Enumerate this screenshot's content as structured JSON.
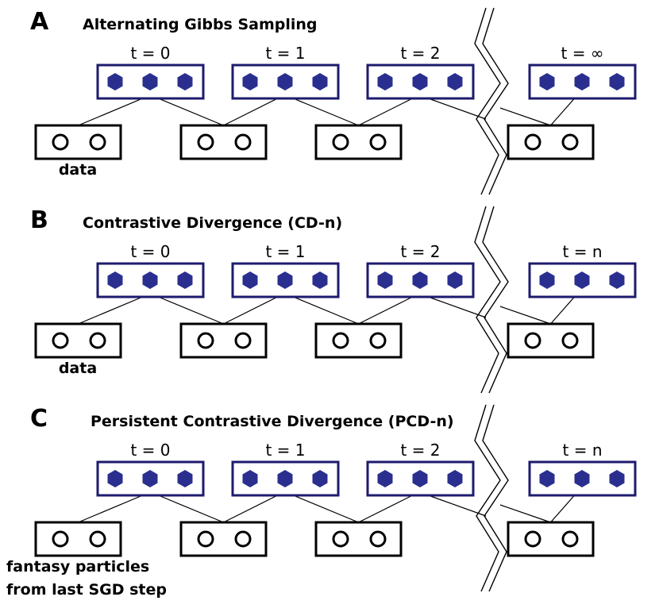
{
  "panels": [
    {
      "letter": "A",
      "title": "Alternating Gibbs Sampling",
      "time_labels": [
        "t = 0",
        "t = 1",
        "t = 2",
        "t = ∞"
      ],
      "note_lines": [
        "data"
      ]
    },
    {
      "letter": "B",
      "title": "Contrastive Divergence (CD-n)",
      "time_labels": [
        "t = 0",
        "t = 1",
        "t = 2",
        "t = n"
      ],
      "note_lines": [
        "data"
      ]
    },
    {
      "letter": "C",
      "title": "Persistent Contrastive Divergence (PCD-n)",
      "time_labels": [
        "t = 0",
        "t = 1",
        "t = 2",
        "t = n"
      ],
      "note_lines": [
        "fantasy particles",
        "from last SGD step"
      ]
    }
  ],
  "colors": {
    "hidden_unit": "#2a2f8f",
    "hidden_box": "#1e1b6e",
    "visible_box": "#000000"
  },
  "hidden_units_per_layer": 3,
  "visible_units_per_layer": 2
}
